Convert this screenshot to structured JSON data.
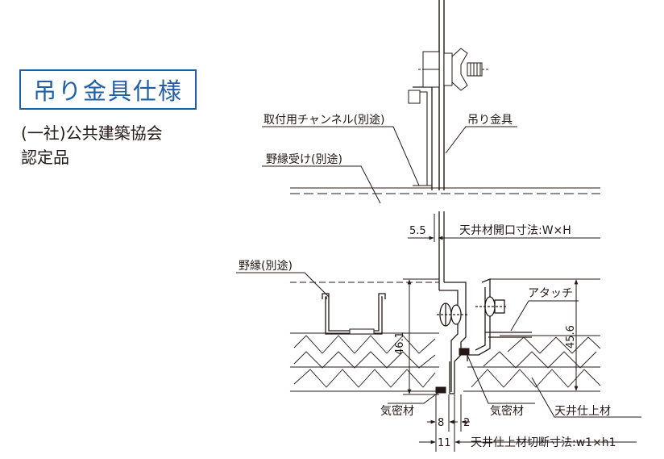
{
  "title": "吊り金具仕様",
  "certification": {
    "line1": "(一社)公共建築協会",
    "line2": "認定品"
  },
  "labels": {
    "channel": "取付用チャンネル(別途)",
    "hanger": "吊り金具",
    "nobuchi_uke": "野縁受け(別途)",
    "opening": "天井材開口寸法:W×H",
    "nobuchi": "野縁(別途)",
    "attach": "アタッチ",
    "seal_left": "気密材",
    "seal_right": "気密材",
    "finish": "天井仕上材",
    "cut": "天井仕上材切断寸法:w1×h1"
  },
  "dimensions": {
    "d55": "5.5",
    "d461": "46.1",
    "d456": "45.6",
    "d8": "8",
    "d2": "2",
    "d11": "11"
  },
  "colors": {
    "accent": "#1e5fa8",
    "line": "#231815"
  }
}
